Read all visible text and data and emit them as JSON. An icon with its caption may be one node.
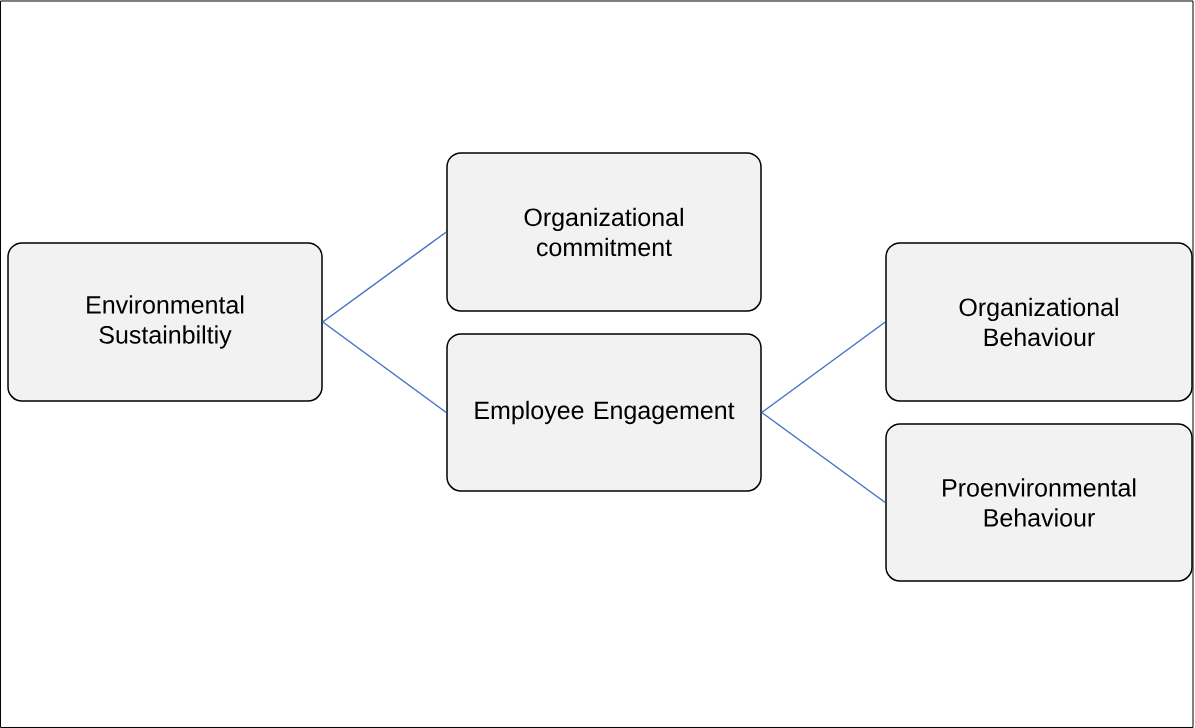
{
  "diagram": {
    "nodes": [
      {
        "text": [
          "Environmental Sustainbiltiy"
        ]
      },
      {
        "text": [
          "Organizational commitment"
        ]
      },
      {
        "text": [
          "Employee Engagement"
        ]
      },
      {
        "text": [
          "Organizational Behaviour"
        ]
      },
      {
        "text": [
          "Proenvironmental Behaviour"
        ]
      }
    ],
    "edges": [
      {
        "from": 0,
        "to": 1,
        "arrow": "none"
      },
      {
        "from": 0,
        "to": 2,
        "arrow": "none"
      },
      {
        "from": 2,
        "to": 3,
        "arrow": "none"
      },
      {
        "from": 2,
        "to": 4,
        "arrow": "none"
      }
    ]
  }
}
